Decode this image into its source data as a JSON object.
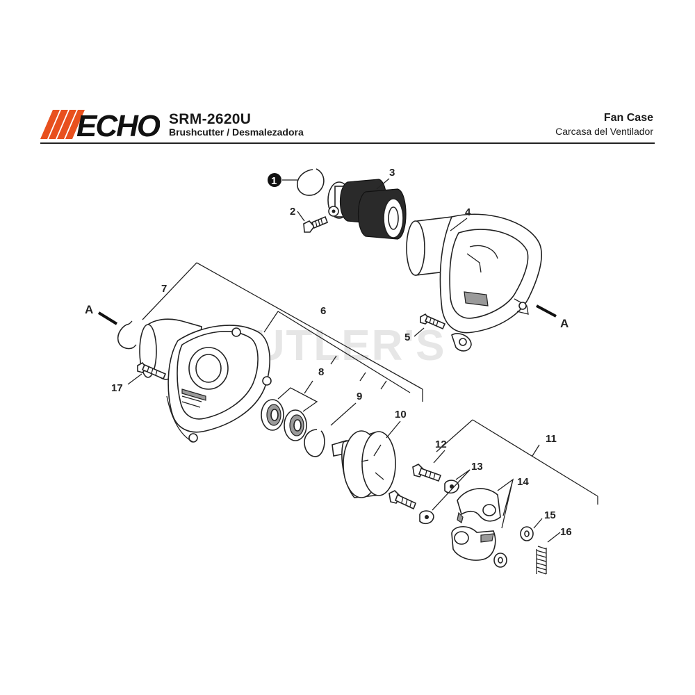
{
  "brand": {
    "logo_text": "ECHO",
    "brand_color": "#e8501e"
  },
  "header": {
    "model": "SRM-2620U",
    "product": "Brushcutter / Desmalezadora",
    "title": "Fan Case",
    "subtitle": "Carcasa del Ventilador"
  },
  "watermark": "CUTLER'S",
  "labels": {
    "p1": "1",
    "p2": "2",
    "p3": "3",
    "p4": "4",
    "p5": "5",
    "p6": "6",
    "p7": "7",
    "p8": "8",
    "p9": "9",
    "p10": "10",
    "p11": "11",
    "p12": "12",
    "p13": "13",
    "p14": "14",
    "p15": "15",
    "p16": "16",
    "p17": "17",
    "ref_left": "A",
    "ref_right": "A"
  }
}
